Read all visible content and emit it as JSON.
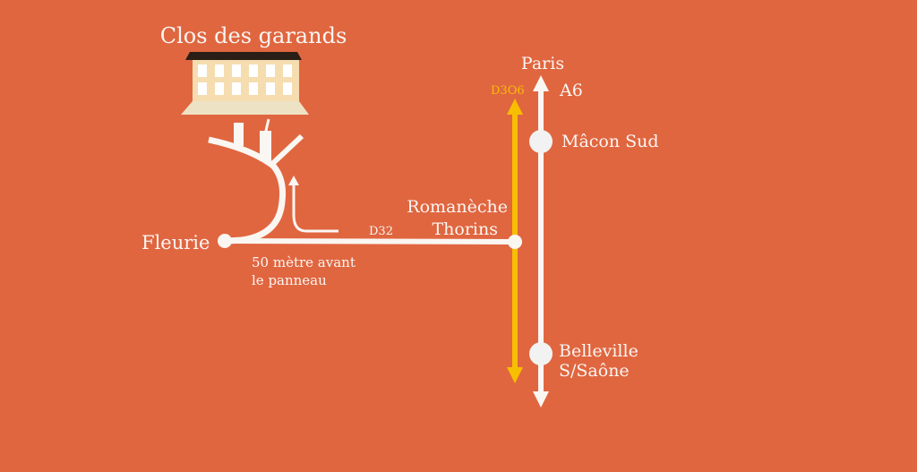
{
  "title": "Clos des garands",
  "places": {
    "fleurie": "Fleurie",
    "note_line1": "50 mètre avant",
    "note_line2": "le panneau",
    "romaneche": "Romanèche",
    "thorins": "Thorins",
    "paris": "Paris",
    "macon": "Mâcon Sud",
    "belleville": "Belleville",
    "saone": "S/Saône"
  },
  "roads": {
    "d32": "D32",
    "d306": "D3O6",
    "a6": "A6"
  },
  "colors": {
    "background": "#E06640",
    "road": "#FAF6F2",
    "d306": "#F8BE00",
    "building_wall": "#F5DDB0",
    "roof": "#2A1E16"
  }
}
